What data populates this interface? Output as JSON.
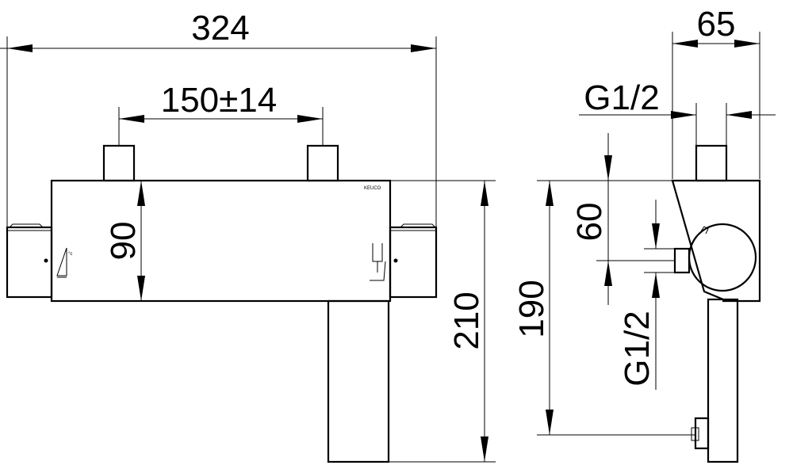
{
  "drawing": {
    "brand": "KEUCO",
    "dimensions": {
      "overall_width": "324",
      "inlet_spacing": "150±14",
      "depth": "65",
      "thread_top": "G1/2",
      "body_height": "90",
      "total_height": "210",
      "offset": "60",
      "side_height": "190",
      "thread_outlet": "G1/2"
    }
  }
}
